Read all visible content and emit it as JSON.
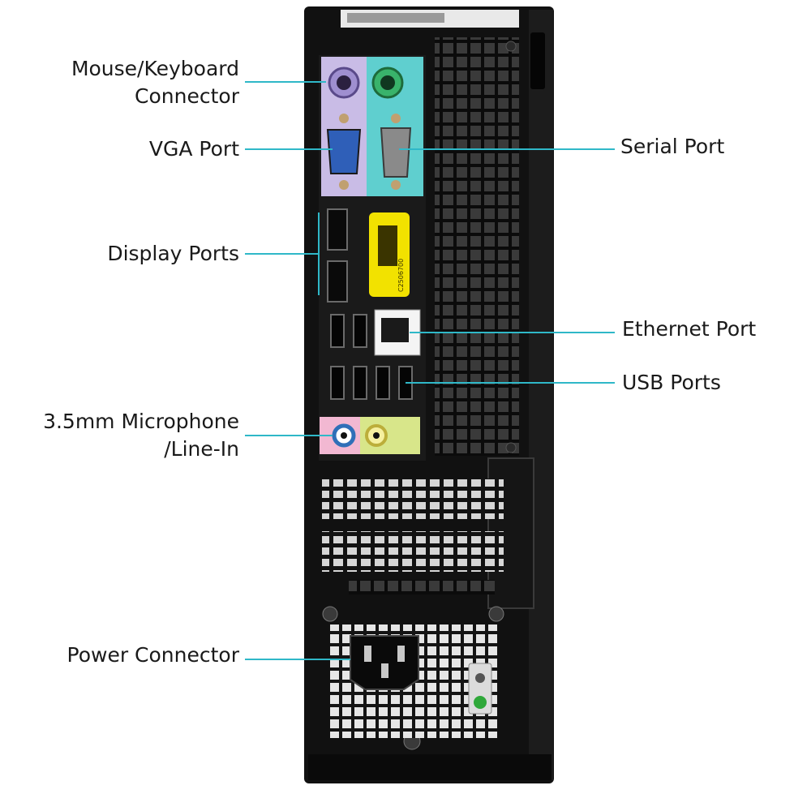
{
  "labels": {
    "mouse_keyboard": {
      "line1": "Mouse/Keyboard",
      "line2": "Connector"
    },
    "vga": "VGA Port",
    "display_ports": "Display Ports",
    "microphone": {
      "line1": "3.5mm  Microphone",
      "line2": "/Line-In"
    },
    "power": "Power Connector",
    "serial": "Serial Port",
    "ethernet": "Ethernet Port",
    "usb": "USB Ports"
  },
  "colors": {
    "callout_line": "#2fb8c8",
    "case": "#131313",
    "panel_purple": "#c9bce6",
    "panel_teal": "#5fcfcf",
    "vga_blue": "#2f5fb8",
    "mic_pink": "#f2b8d2",
    "linein_lime": "#d8e68a",
    "barcode_yellow": "#f2e200",
    "power_green": "#2fa83a"
  },
  "sticker": {
    "code": "C2506700"
  }
}
